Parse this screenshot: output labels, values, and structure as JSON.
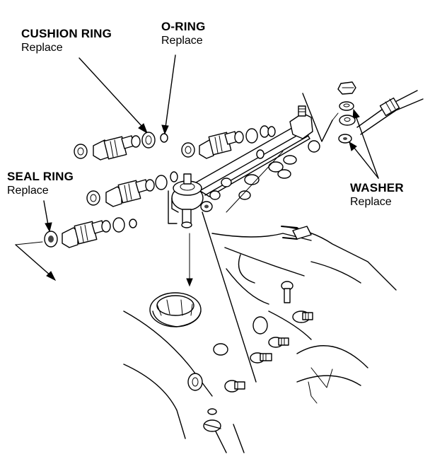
{
  "callouts": {
    "cushion_ring": {
      "title": "CUSHION RING",
      "sub": "Replace"
    },
    "o_ring": {
      "title": "O-RING",
      "sub": "Replace"
    },
    "seal_ring": {
      "title": "SEAL RING",
      "sub": "Replace"
    },
    "washer": {
      "title": "WASHER",
      "sub": "Replace"
    }
  },
  "colors": {
    "ink": "#000000",
    "paper": "#ffffff"
  }
}
